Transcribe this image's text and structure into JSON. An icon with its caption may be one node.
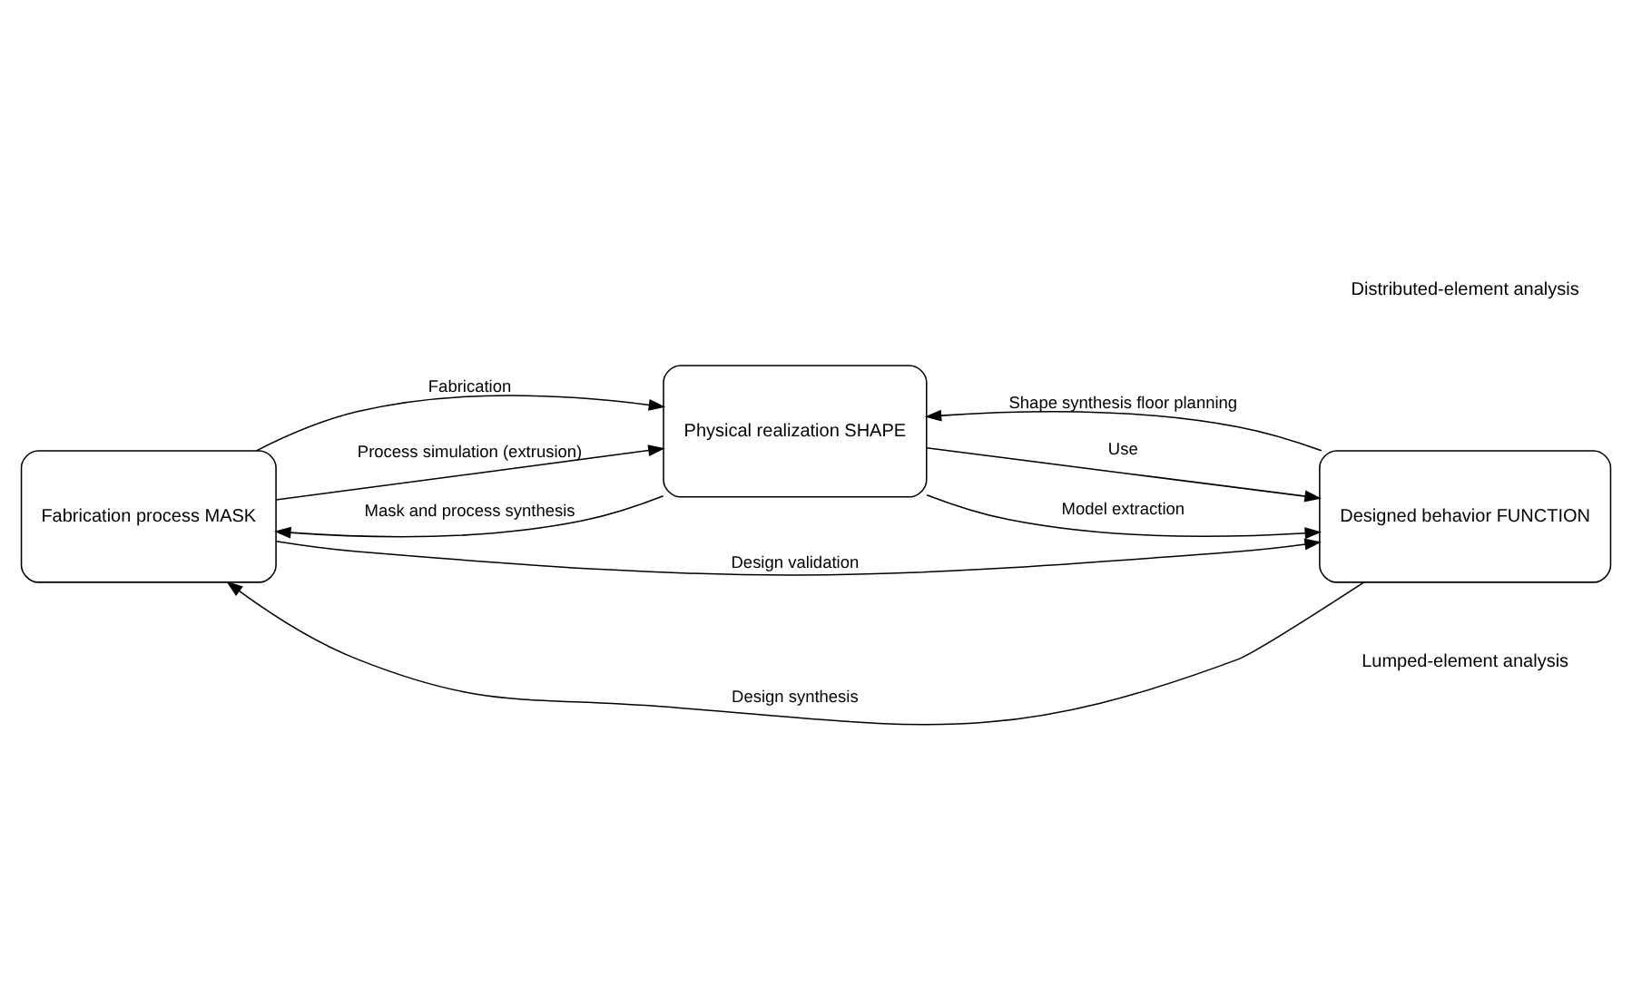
{
  "diagram": {
    "nodes": [
      {
        "text": [
          "Fabrication process MASK"
        ]
      },
      {
        "text": [
          "Physical realization SHAPE"
        ]
      },
      {
        "text": [
          "Designed behavior FUNCTION"
        ]
      }
    ],
    "edges": [
      {
        "from": 0,
        "to": 1,
        "arrow": "to",
        "label": "Fabrication"
      },
      {
        "from": 1,
        "to": 2,
        "arrow": "to",
        "label": "Use"
      },
      {
        "from": 2,
        "to": 0,
        "arrow": "to",
        "label": "Design synthesis"
      },
      {
        "from": 1,
        "to": 0,
        "arrow": "to",
        "label": "Mask and process synthesis"
      },
      {
        "from": 2,
        "to": 1,
        "arrow": "to",
        "label": "Shape synthesis floor planning"
      },
      {
        "from": 0,
        "to": 1,
        "arrow": "to",
        "label": "Process simulation (extrusion)"
      },
      {
        "from": 1,
        "to": 2,
        "arrow": "to",
        "label": "Model extraction"
      },
      {
        "from": 0,
        "to": 2,
        "arrow": "to",
        "label": "Design validation"
      }
    ],
    "labels": [
      "Distributed-element analysis",
      "Lumped-element analysis"
    ]
  }
}
